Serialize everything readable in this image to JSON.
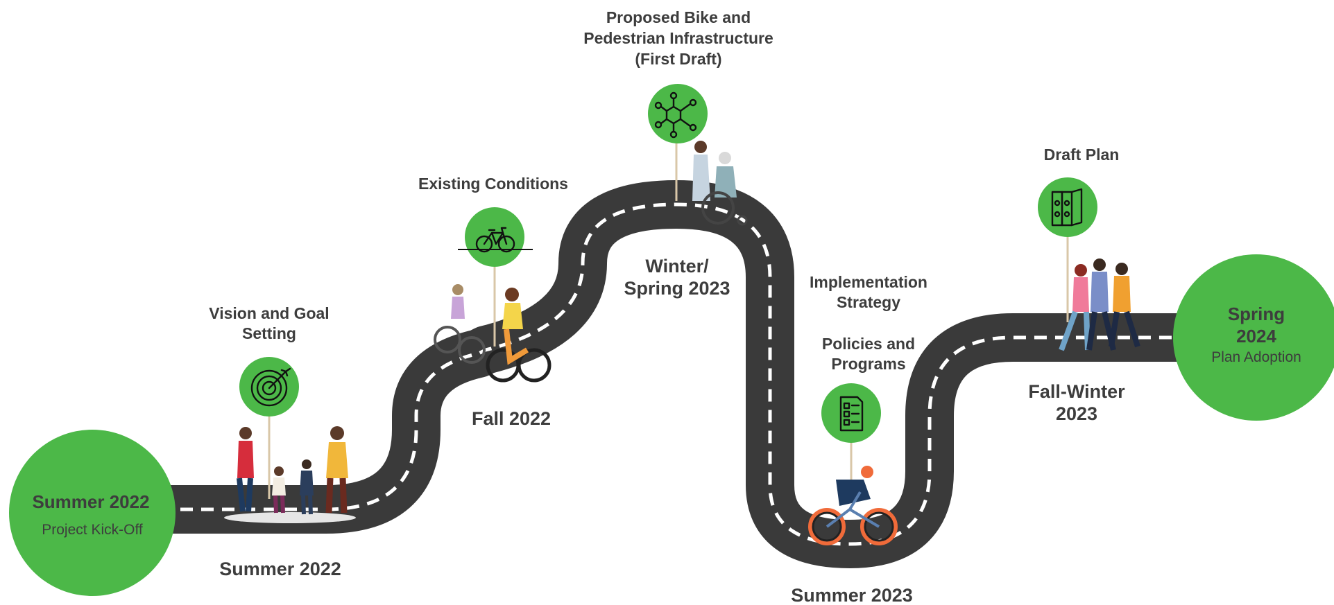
{
  "start": {
    "title": "Summer 2022",
    "subtitle": "Project Kick-Off"
  },
  "end": {
    "title_line1": "Spring",
    "title_line2": "2024",
    "subtitle": "Plan Adoption"
  },
  "seasons": {
    "summer_2022": "Summer 2022",
    "fall_2022": "Fall 2022",
    "winter_spring_2023_line1": "Winter/",
    "winter_spring_2023_line2": "Spring 2023",
    "summer_2023": "Summer 2023",
    "fall_winter_2023_line1": "Fall-Winter",
    "fall_winter_2023_line2": "2023"
  },
  "milestones": {
    "vision_line1": "Vision and Goal",
    "vision_line2": "Setting",
    "existing": "Existing Conditions",
    "proposed_line1": "Proposed Bike and",
    "proposed_line2": "Pedestrian Infrastructure",
    "proposed_line3": "(First Draft)",
    "implementation_line1": "Implementation",
    "implementation_line2": "Strategy",
    "policies_line1": "Policies and",
    "policies_line2": "Programs",
    "draft": "Draft Plan"
  },
  "icons": {
    "vision": "target-icon",
    "existing": "bicycle-icon",
    "proposed": "network-icon",
    "policies": "checklist-icon",
    "draft": "binders-icon"
  },
  "colors": {
    "accent_green": "#4cb848",
    "road": "#3a3a3a",
    "text": "#3d3d3d"
  }
}
